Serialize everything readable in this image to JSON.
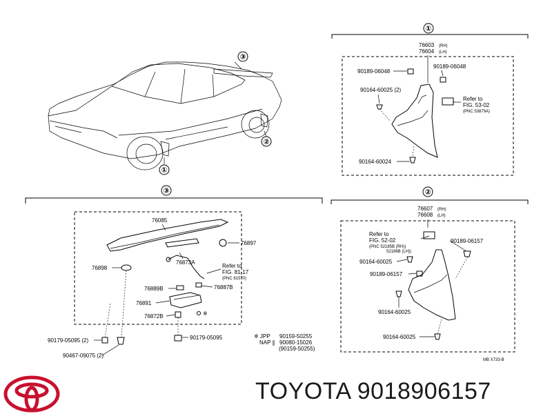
{
  "circled_numbers": {
    "one": "①",
    "two": "②",
    "three": "③"
  },
  "car": {
    "callout_three": "③",
    "callout_two": "②",
    "callout_one": "①"
  },
  "section_one": {
    "number": "①",
    "part_rh": "76603",
    "part_rh_suffix": "(RH)",
    "part_lh": "76604",
    "part_lh_suffix": "(LH)",
    "screw_top_left": "90189-06048",
    "screw_top_right": "90189-06048",
    "screw_mid": "90164-60025 (2)",
    "refer_to": "Refer to",
    "refer_fig": "FIG. 53-02",
    "refer_pnc": "(PNC 53879A)",
    "screw_bottom": "90164-60024"
  },
  "section_two": {
    "number": "②",
    "part_rh": "76607",
    "part_rh_suffix": "(RH)",
    "part_lh": "76608",
    "part_lh_suffix": "(LH)",
    "refer_to": "Refer to",
    "refer_fig": "FIG. 52-02",
    "refer_pnc_1": "(PNC 52185B (RH))",
    "refer_pnc_2": "52186B (LH))",
    "screw_top_right": "90189-06157",
    "screw_left_1": "90164-60025",
    "screw_left_2": "90189-06157",
    "screw_left_3": "90164-60025",
    "screw_bottom": "90164-60025",
    "code": "MB X733-B"
  },
  "section_three": {
    "number": "③",
    "spoiler": "76085",
    "cap_right": "76897",
    "bracket_left": "76898",
    "lamp": "76873A",
    "refer_to": "Refer to",
    "refer_fig": "FIG. 81-17",
    "refer_pnc": "(PNC 81570)",
    "gasket_left": "76889B",
    "gasket_right": "76887B",
    "lamp_cover": "76891",
    "bottom_piece": "76872B",
    "asterisk": "※",
    "screw_bl": "90179-05095 (2)",
    "clip_bl": "90467-09075 (2)",
    "screw_bm": "90179-05095",
    "note_jpp_marker": "※ JPP",
    "note_jpp_value": "90159-50255",
    "note_nap_marker": "NAP ∥",
    "note_nap_value": "90080-15026",
    "note_nap_alt": "(90159-50255)"
  },
  "brand": {
    "logo": "toyota-emblem",
    "logo_color": "#c8102e",
    "caption": "TOYOTA 9018906157"
  }
}
